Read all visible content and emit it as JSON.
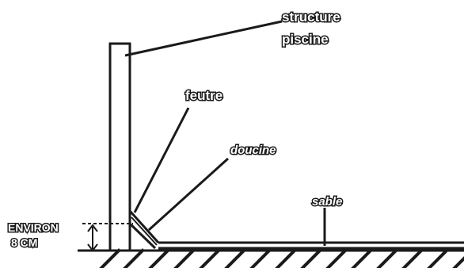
{
  "labels": {
    "structure_line1": "structure",
    "structure_line2": "piscine",
    "feutre": "feutre",
    "doucine": "doucine",
    "sable": "sable",
    "environ": "ENVIRON",
    "height_value": "8 CM"
  }
}
